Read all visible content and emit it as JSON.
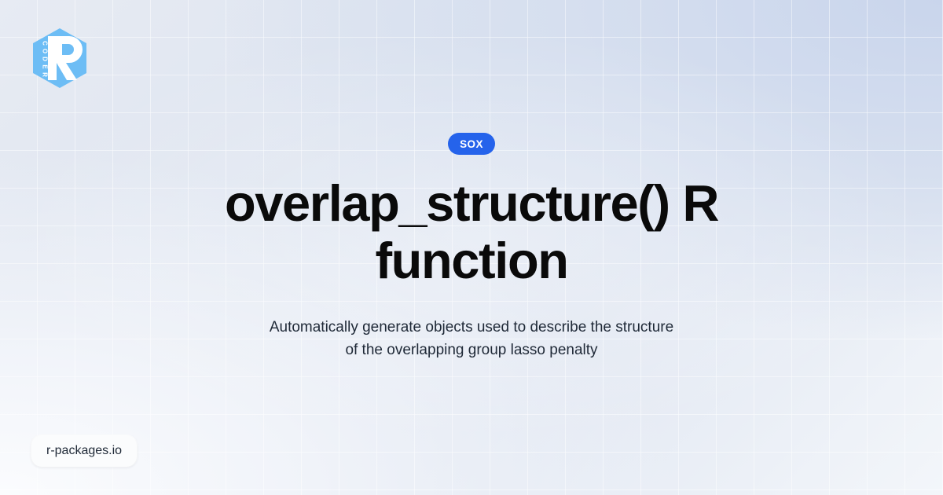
{
  "page": {
    "background_colors": {
      "top_left": "#e7ebf3",
      "top_right": "#c9d5ec",
      "bottom_left": "#f4f6fa",
      "bottom_right": "#dfe6f2",
      "grid_line": "#ffffff"
    }
  },
  "logo": {
    "name": "rcoder-hex-logo",
    "letter": "R",
    "vertical_text": "CODER",
    "hex_color": "#6dbdf5",
    "glyph_color": "#ffffff"
  },
  "hero": {
    "badge": {
      "label": "SOX",
      "background": "#2563eb",
      "color": "#ffffff"
    },
    "title": "overlap_structure() R function",
    "title_lines": [
      "overlap_structure() R",
      "function"
    ],
    "subtitle": "Automatically generate objects used to describe the structure of the overlapping group lasso penalty",
    "subtitle_lines": [
      "Automatically generate objects used to describe the",
      "structure of the overlapping group lasso penalty"
    ]
  },
  "footer": {
    "site_label": "r-packages.io"
  }
}
